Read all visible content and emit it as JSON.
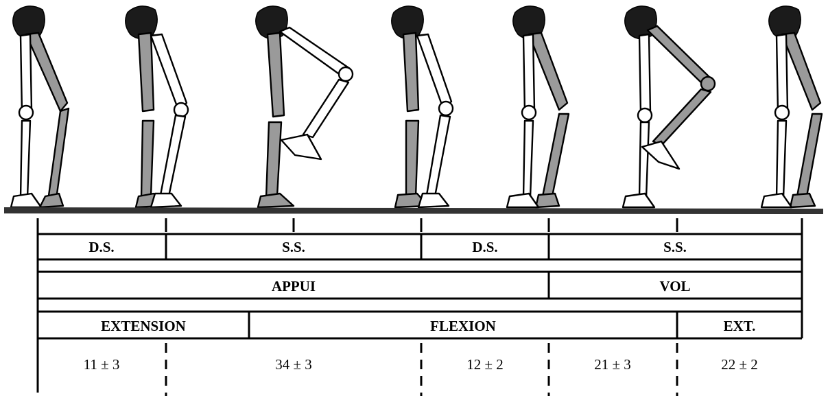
{
  "rows": {
    "support": {
      "segments": [
        "D.S.",
        "S.S.",
        "D.S.",
        "S.S."
      ]
    },
    "phase": {
      "segments": [
        "APPUI",
        "VOL"
      ]
    },
    "knee": {
      "segments": [
        "EXTENSION",
        "FLEXION",
        "EXT."
      ]
    },
    "values": [
      "11 ± 3",
      "34 ± 3",
      "12 ± 2",
      "21 ± 3",
      "22 ± 2"
    ]
  },
  "colors": {
    "ink": "#000000",
    "bone_shading": "#9a9a9a",
    "pelvis": "#1b1b1b",
    "ground": "#333333"
  }
}
